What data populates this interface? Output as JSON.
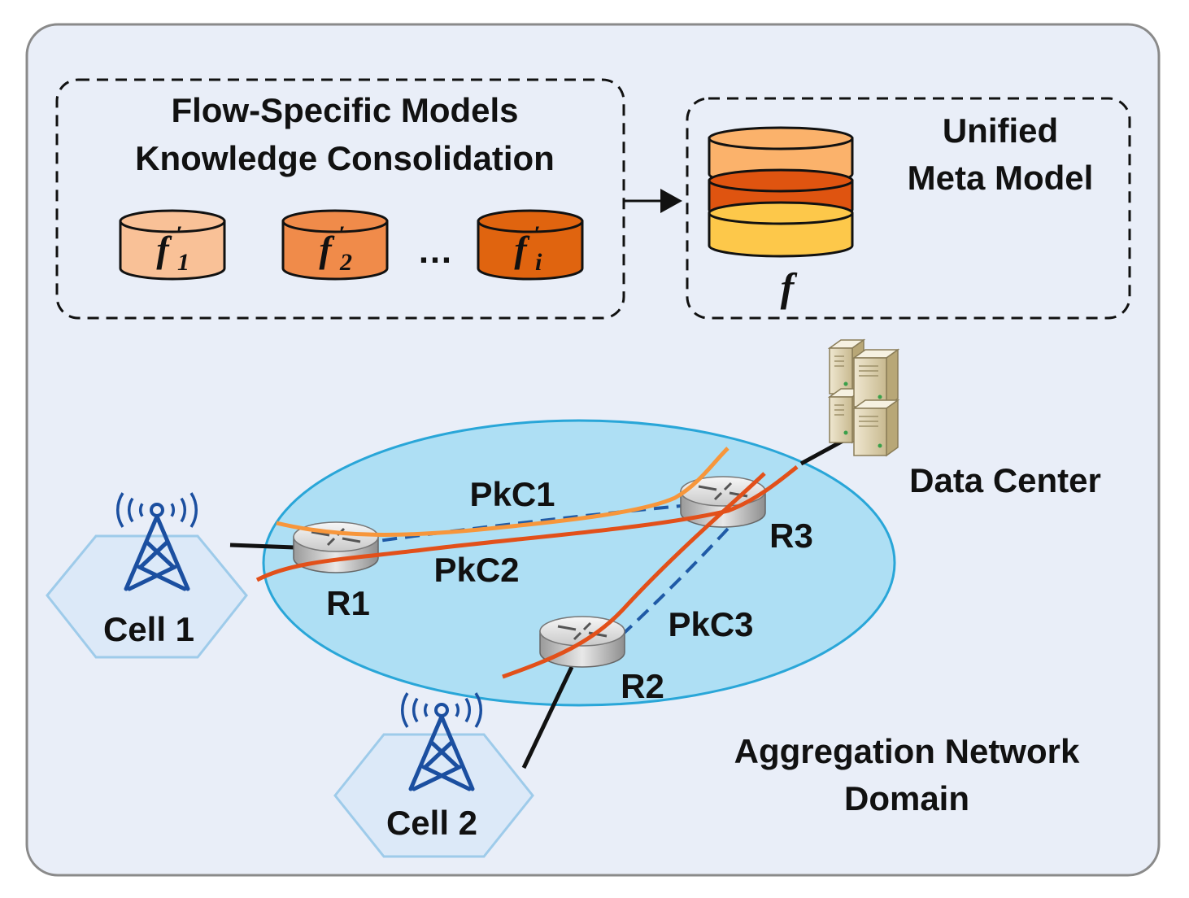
{
  "colors": {
    "frame_bg": "#e9eef8",
    "frame_border": "#8a8a8a",
    "ellipse_fill": "#aedff4",
    "ellipse_stroke": "#29a6d8",
    "path_orange": "#f7963b",
    "path_red": "#e2501a",
    "dashed_blue": "#1f5aa6",
    "tower_blue": "#1b4fa0",
    "hex_fill": "#dce9f8",
    "hex_stroke": "#9ecbea"
  },
  "consolidation": {
    "title_line1": "Flow-Specific Models",
    "title_line2": "Knowledge Consolidation",
    "ellipsis": "…",
    "models": [
      {
        "base": "f",
        "prime": "′",
        "sub": "1",
        "color": "#f9c197"
      },
      {
        "base": "f",
        "prime": "′",
        "sub": "2",
        "color": "#f08b4a"
      },
      {
        "base": "f",
        "prime": "′",
        "sub": "i",
        "color": "#e0640f"
      }
    ]
  },
  "meta_model": {
    "title_line1": "Unified",
    "title_line2": "Meta Model",
    "symbol": "f",
    "layers": [
      "#fbb26b",
      "#df5410",
      "#fdc84a"
    ]
  },
  "network": {
    "data_center_label": "Data Center",
    "domain_line1": "Aggregation Network",
    "domain_line2": "Domain",
    "routers": {
      "r1": "R1",
      "r2": "R2",
      "r3": "R3"
    },
    "paths": {
      "p1": "PkC1",
      "p2": "PkC2",
      "p3": "PkC3"
    },
    "cells": {
      "c1": "Cell 1",
      "c2": "Cell 2"
    }
  }
}
